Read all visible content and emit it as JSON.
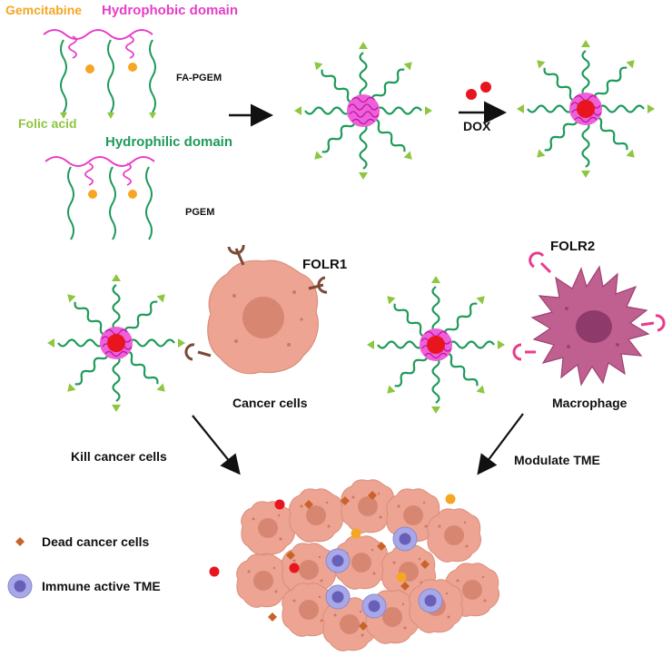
{
  "labels": {
    "gemcitabine": "Gemcitabine",
    "hydrophobic": "Hydrophobic domain",
    "folic_acid": "Folic acid",
    "hydrophilic": "Hydrophilic domain",
    "fa_pgem": "FA-PGEM",
    "pgem": "PGEM",
    "dox": "DOX",
    "folr1": "FOLR1",
    "folr2": "FOLR2",
    "cancer_cells": "Cancer cells",
    "macrophage": "Macrophage",
    "kill": "Kill cancer cells",
    "modulate": "Modulate TME",
    "dead_cells": "Dead cancer cells",
    "immune_tme": "Immune active TME"
  },
  "colors": {
    "gemcitabine": "#f5a623",
    "hydrophobic": "#e83cc8",
    "folic_acid": "#8dc63f",
    "hydrophilic": "#1e9a5a",
    "dox": "#e8141e",
    "cancer_cell": "#eea493",
    "macrophage": "#c06090",
    "immune_cell": "#a8a8e8",
    "dead_marker": "#c8642a"
  }
}
